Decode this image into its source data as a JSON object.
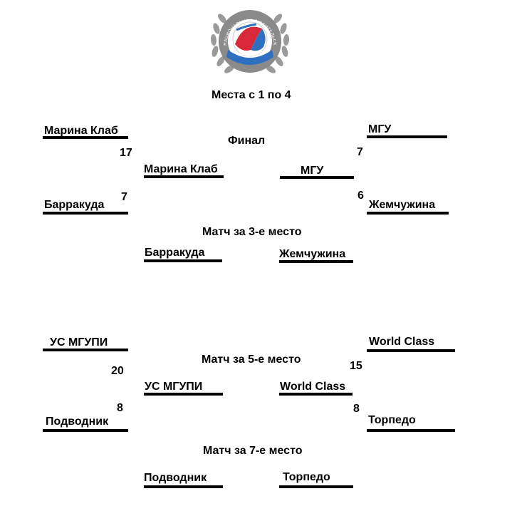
{
  "logo": {
    "ring_text": "НАЦИОНАЛЬНАЯ ЛЮБИТЕЛЬСКАЯ ЛИГА",
    "ribbon_text": "ВОДНОГО ПОЛО",
    "colors": {
      "ring": "#8a8a8a",
      "laurel": "#9a9a9a",
      "ribbon": "#2f6fc0",
      "ball_red": "#d8283a",
      "ball_blue": "#2f6fc0"
    }
  },
  "bracket_1_4": {
    "title": "Места с 1 по 4",
    "final_label": "Финал",
    "third_label": "Матч за 3-е место",
    "semi_left": {
      "team_a": "Марина Клаб",
      "score_a": "17",
      "team_b": "Барракуда",
      "score_b": "7"
    },
    "semi_right": {
      "team_a": "МГУ",
      "score_a": "7",
      "team_b": "Жемчужина",
      "score_b": "6"
    },
    "final": {
      "left": "Марина Клаб",
      "right": "МГУ"
    },
    "third": {
      "left": "Барракуда",
      "right": "Жемчужина"
    }
  },
  "bracket_5_8": {
    "fifth_label": "Матч за 5-е место",
    "seventh_label": "Матч за 7-е место",
    "semi_left": {
      "team_a": "УС МГУПИ",
      "score_a": "20",
      "team_b": "Подводник",
      "score_b": "8"
    },
    "semi_right": {
      "team_a": "World Class",
      "score_a": "15",
      "team_b": "Торпедо",
      "score_b": "8"
    },
    "fifth": {
      "left": "УС МГУПИ",
      "right": "World Class"
    },
    "seventh": {
      "left": "Подводник",
      "right": "Торпедо"
    }
  }
}
